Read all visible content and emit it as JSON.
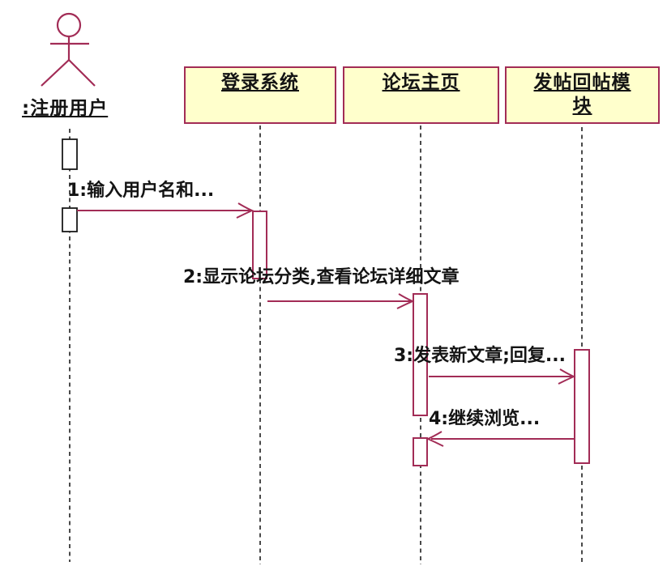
{
  "colors": {
    "accent_crimson": "#A22C56",
    "object_fill": "#FFFFCC",
    "lifeline": "#2B2B2B",
    "text": "#141414",
    "background": "#FFFFFF"
  },
  "actor": {
    "label": ":注册用户"
  },
  "objects": [
    {
      "label": "登录系统"
    },
    {
      "label": "论坛主页"
    },
    {
      "label": "发帖回帖模块"
    }
  ],
  "messages": [
    {
      "label": "1:输入用户名和..."
    },
    {
      "label": "2:显示论坛分类,查看论坛详细文章"
    },
    {
      "label": "3:发表新文章;回复..."
    },
    {
      "label": "4:继续浏览..."
    }
  ],
  "icons": {
    "actor_icon": "uml-actor-stick-figure"
  }
}
